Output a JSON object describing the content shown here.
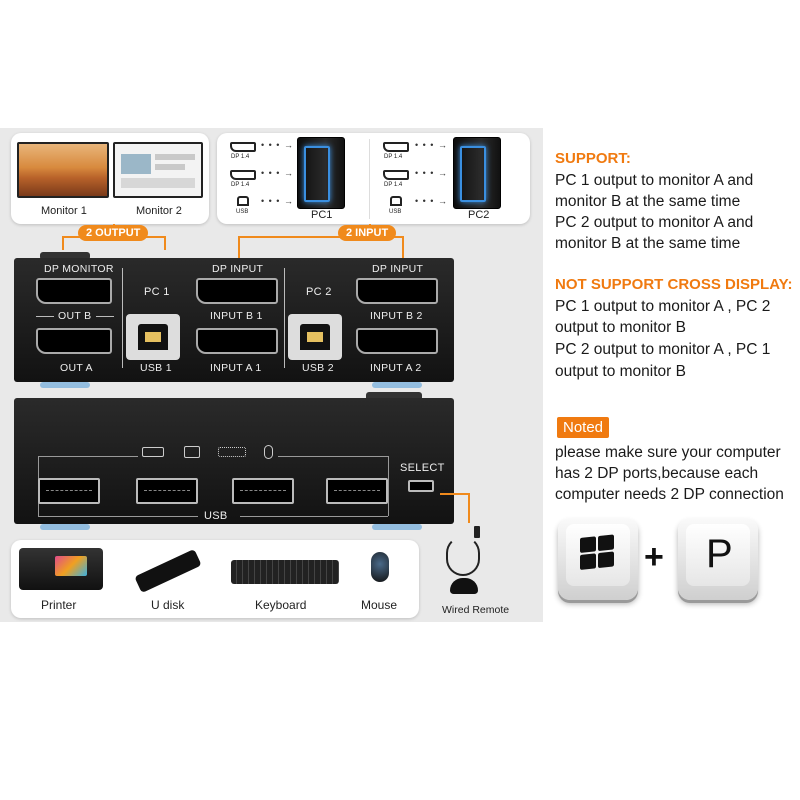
{
  "top": {
    "monitors": {
      "monitor1": "Monitor 1",
      "monitor2": "Monitor 2"
    },
    "pc1": {
      "label": "PC1",
      "dp1": "DP 1.4",
      "dp2": "DP 1.4",
      "usb": "USB"
    },
    "pc2": {
      "label": "PC2",
      "dp1": "DP 1.4",
      "dp2": "DP 1.4",
      "usb": "USB"
    },
    "output_pill": "2 OUTPUT",
    "input_pill": "2 INPUT"
  },
  "device_front": {
    "dp_monitor": "DP MONITOR",
    "out_b": "OUT B",
    "out_a": "OUT A",
    "pc1": "PC 1",
    "pc2": "PC 2",
    "dp_input_1": "DP INPUT",
    "dp_input_2": "DP INPUT",
    "input_b1": "INPUT B 1",
    "input_a1": "INPUT A 1",
    "input_b2": "INPUT B 2",
    "input_a2": "INPUT A 2",
    "usb1": "USB 1",
    "usb2": "USB 2"
  },
  "device_back": {
    "usb": "USB",
    "select": "SELECT"
  },
  "peripherals": {
    "printer": "Printer",
    "udisk": "U disk",
    "keyboard": "Keyboard",
    "mouse": "Mouse",
    "remote": "Wired Remote"
  },
  "info": {
    "support_title": "SUPPORT:",
    "support_lines": [
      "PC 1 output to monitor A and",
      "monitor B at the same time",
      "PC 2 output to monitor A and",
      "monitor B at the same time"
    ],
    "no_support_title": "NOT SUPPORT CROSS DISPLAY:",
    "no_support_lines": [
      "PC 1 output to monitor A , PC 2",
      "output to monitor B",
      "PC 2 output to monitor A , PC 1",
      "output to monitor B"
    ],
    "noted_badge": "Noted",
    "noted_lines": [
      "please make sure your computer",
      "has 2 DP ports,because each",
      "computer needs 2 DP connection"
    ],
    "plus": "+",
    "key_p": "P"
  },
  "colors": {
    "accent": "#f08a1c",
    "device": "#1c1c1c"
  }
}
